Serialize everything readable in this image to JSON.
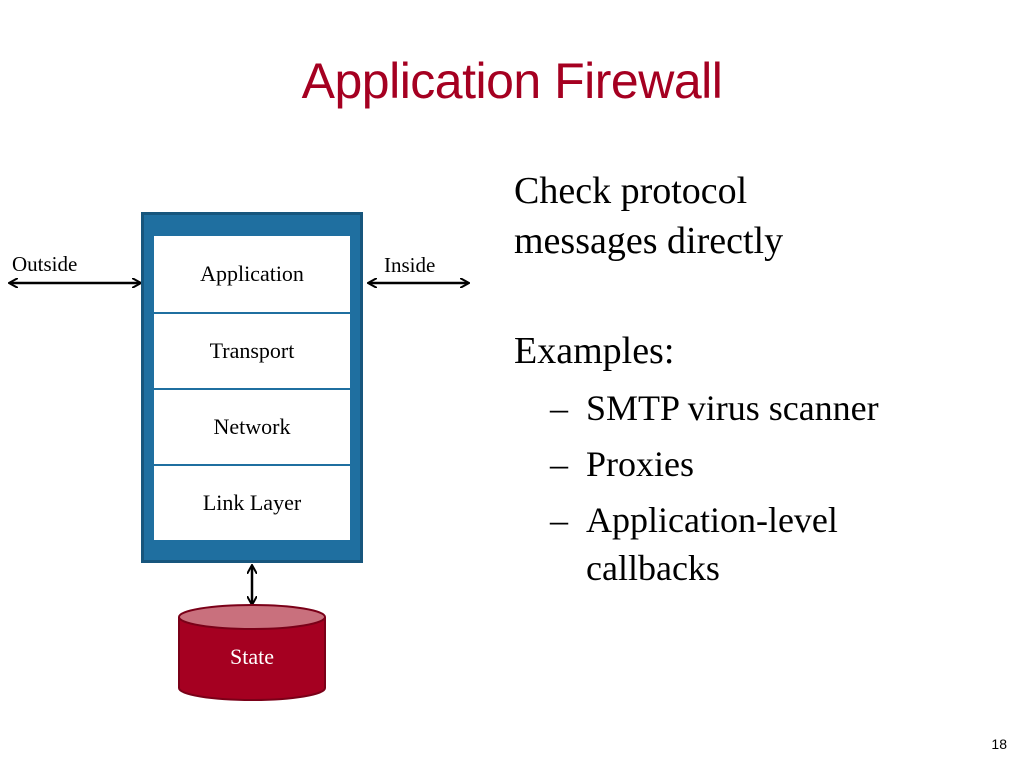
{
  "slide": {
    "title": "Application Firewall",
    "page_number": "18"
  },
  "diagram": {
    "outside_label": "Outside",
    "inside_label": "Inside",
    "layers": [
      "Application",
      "Transport",
      "Network",
      "Link Layer"
    ],
    "state_label": "State",
    "colors": {
      "frame": "#1f6fa0",
      "state": "#a50021",
      "title": "#a50021"
    }
  },
  "content": {
    "point1_lines": [
      "Check protocol",
      "messages directly"
    ],
    "point2": "Examples:",
    "examples": [
      {
        "lines": [
          "SMTP virus scanner"
        ]
      },
      {
        "lines": [
          "Proxies"
        ]
      },
      {
        "lines": [
          "Application-level",
          "callbacks"
        ]
      }
    ]
  }
}
